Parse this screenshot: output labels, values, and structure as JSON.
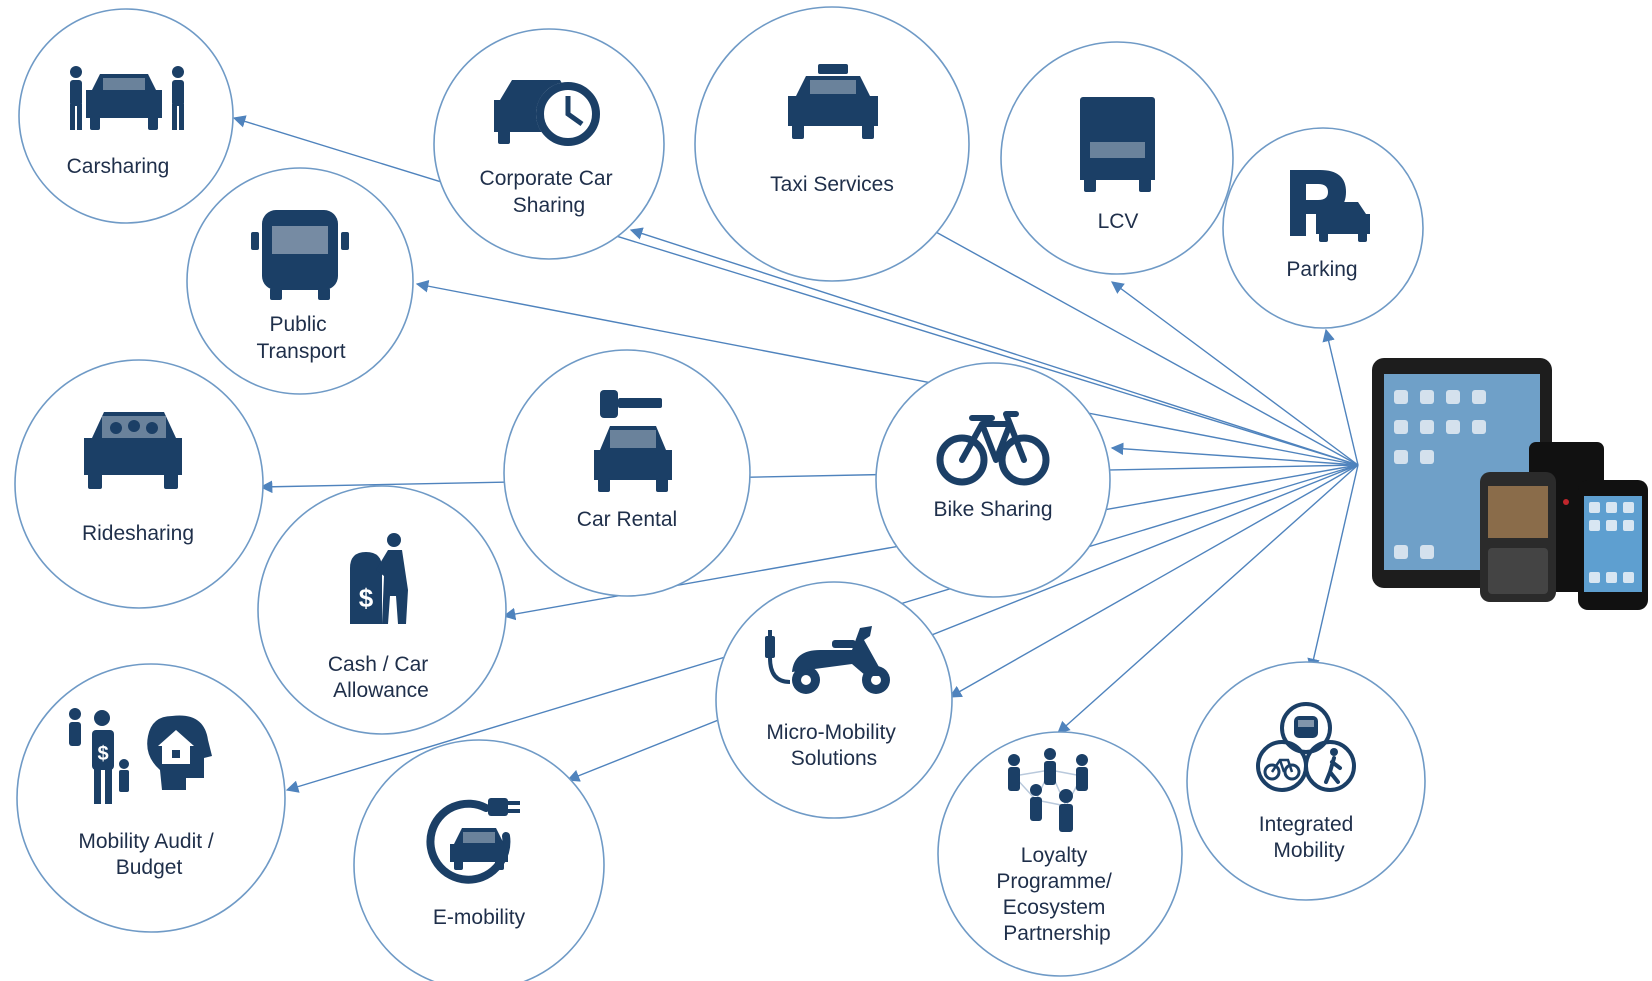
{
  "colors": {
    "icon": "#1b3f66",
    "arrow": "#4f83bd",
    "circle_border": "#6f9ac6",
    "label": "#1f2f4a"
  },
  "nodes": [
    {
      "id": "carsharing",
      "lines": [
        "Carsharing"
      ],
      "icon": "carsharing-handover-icon"
    },
    {
      "id": "corporate-car-sharing",
      "lines": [
        "Corporate Car",
        "Sharing"
      ],
      "icon": "car-clock-icon"
    },
    {
      "id": "taxi-services",
      "lines": [
        "Taxi Services"
      ],
      "icon": "taxi-icon"
    },
    {
      "id": "lcv",
      "lines": [
        "LCV"
      ],
      "icon": "truck-icon"
    },
    {
      "id": "parking",
      "lines": [
        "Parking"
      ],
      "icon": "parking-icon"
    },
    {
      "id": "public-transport",
      "lines": [
        "Public",
        "Transport"
      ],
      "icon": "bus-icon"
    },
    {
      "id": "ridesharing",
      "lines": [
        "Ridesharing"
      ],
      "icon": "car-passengers-icon"
    },
    {
      "id": "car-rental",
      "lines": [
        "Car Rental"
      ],
      "icon": "car-key-icon"
    },
    {
      "id": "bike-sharing",
      "lines": [
        "Bike Sharing"
      ],
      "icon": "bicycle-icon"
    },
    {
      "id": "cash-car-allowance",
      "lines": [
        "Cash / Car",
        "Allowance"
      ],
      "icon": "cash-machine-icon"
    },
    {
      "id": "micro-mobility",
      "lines": [
        "Micro-Mobility",
        "Solutions"
      ],
      "icon": "electric-scooter-icon"
    },
    {
      "id": "mobility-audit",
      "lines": [
        "Mobility Audit /",
        "Budget"
      ],
      "icon": "family-budget-house-icon"
    },
    {
      "id": "e-mobility",
      "lines": [
        "E-mobility"
      ],
      "icon": "electric-car-plug-icon"
    },
    {
      "id": "loyalty",
      "lines": [
        "Loyalty",
        "Programme/",
        "Ecosystem",
        "Partnership"
      ],
      "icon": "network-people-icon"
    },
    {
      "id": "integrated-mobility",
      "lines": [
        "Integrated",
        "Mobility"
      ],
      "icon": "bike-bus-walk-icon"
    }
  ],
  "hub": {
    "icon": "mobile-devices-icon"
  }
}
